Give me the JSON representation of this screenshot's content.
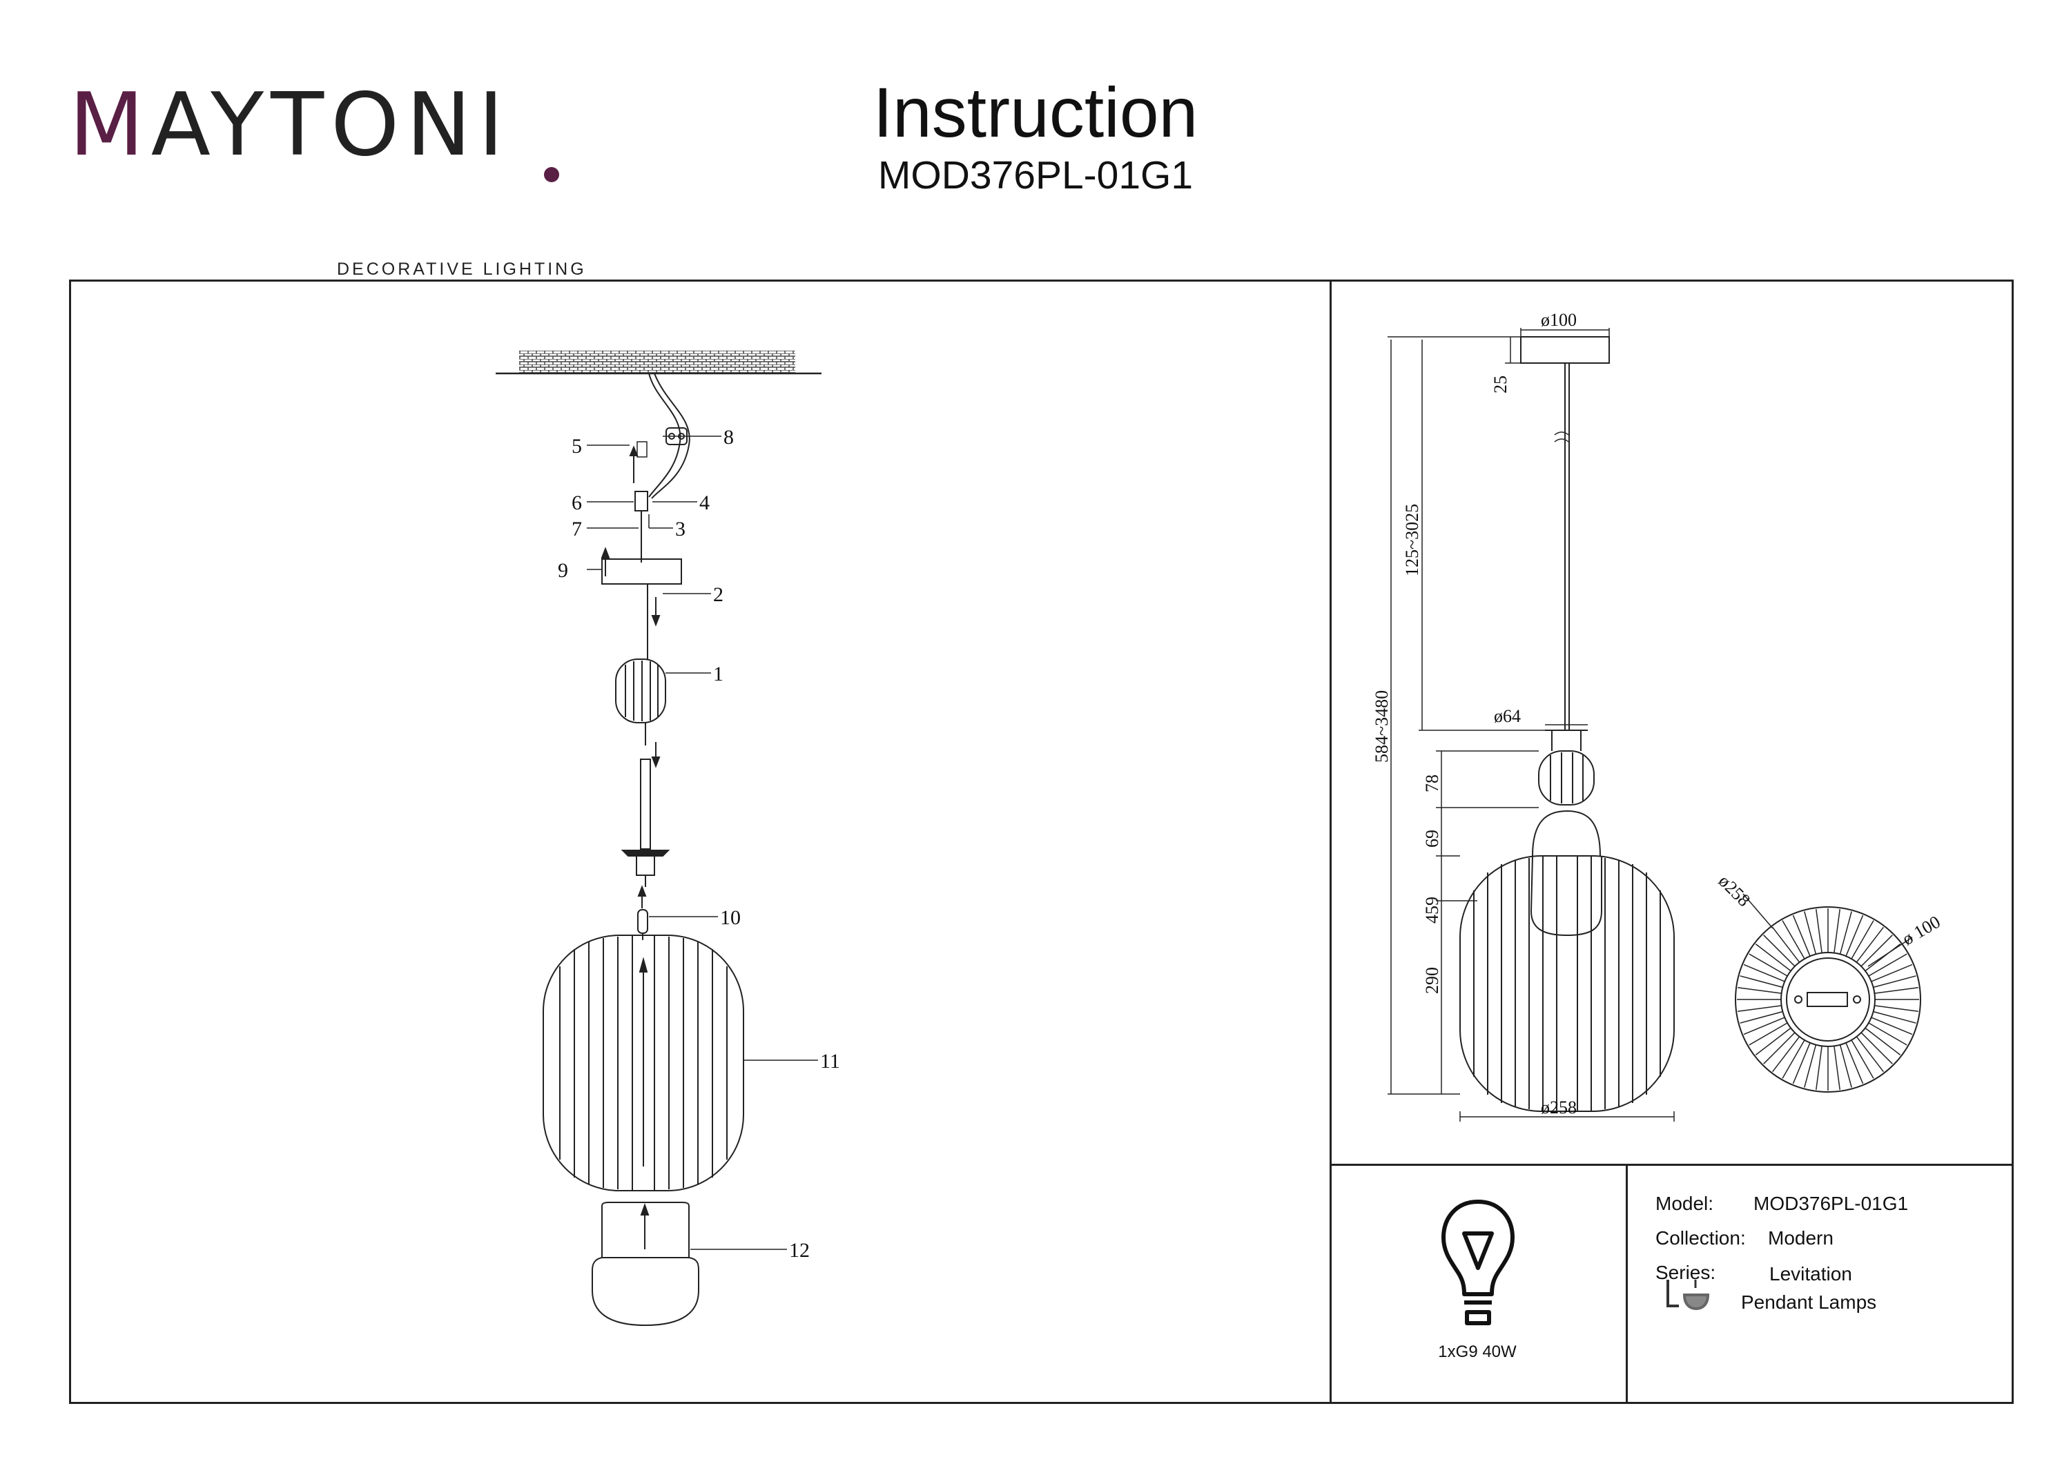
{
  "brand": {
    "name_lead": "M",
    "name_rest": "AYTONI",
    "tagline": "DECORATIVE LIGHTING",
    "accent_color": "#5a1f45"
  },
  "header": {
    "title": "Instruction",
    "model_code": "MOD376PL-01G1"
  },
  "assembly": {
    "callouts": [
      "1",
      "2",
      "3",
      "4",
      "5",
      "6",
      "7",
      "8",
      "9",
      "10",
      "11",
      "12"
    ]
  },
  "dimensions": {
    "canopy_diameter": "ø100",
    "canopy_height": "25",
    "cable_length": "125~3025",
    "total_height": "584~3480",
    "holder_diameter": "ø64",
    "holder_height": "78",
    "neck_height": "69",
    "body_total": "459",
    "body_height": "290",
    "shade_diameter": "ø258",
    "top_view_outer": "ø258",
    "top_view_inner": "ø 100"
  },
  "lamp": {
    "icon": "light-bulb-icon",
    "power": "1xG9 40W"
  },
  "specs": {
    "model_label": "Model:",
    "model_value": "MOD376PL-01G1",
    "collection_label": "Collection:",
    "collection_value": "Modern",
    "series_label": "Series:",
    "series_value": "Levitation",
    "type_icon": "pendant-lamp-icon",
    "type_value": "Pendant Lamps"
  }
}
